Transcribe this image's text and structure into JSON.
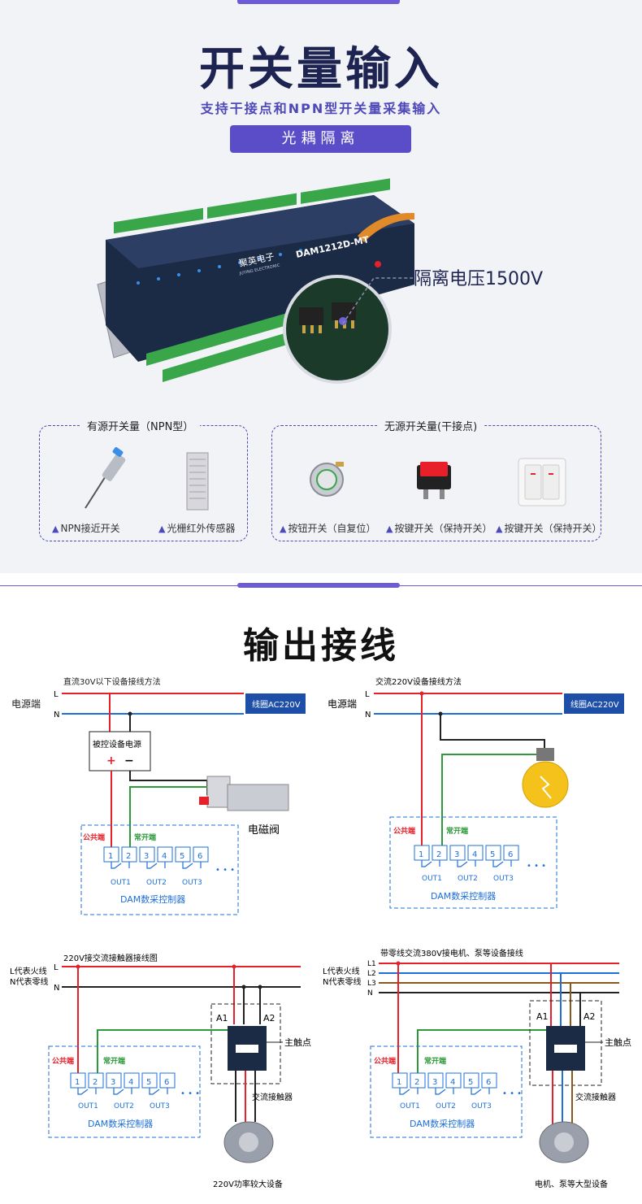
{
  "section1": {
    "title": "开关量输入",
    "subtitle": "支持干接点和NPN型开关量采集输入",
    "badge": "光耦隔离",
    "device_model": "DAM1212D-MT",
    "device_brand": "聚英电子",
    "device_brand_en": "JUYING ELECTRONIC",
    "isolation_label": "隔离电压1500V",
    "group_active": {
      "title": "有源开关量（NPN型）",
      "items": [
        "NPN接近开关",
        "光栅红外传感器"
      ]
    },
    "group_dry": {
      "title": "无源开关量(干接点)",
      "items": [
        "按钮开关（自复位）",
        "按键开关（保持开关）",
        "按键开关（保持开关）"
      ]
    }
  },
  "section2": {
    "title": "输出接线",
    "d1": {
      "title": "直流30V以下设备接线方法",
      "power_label": "电源端",
      "L": "L",
      "N": "N",
      "coil": "线圈AC220V",
      "psu": "被控设备电源",
      "plus": "+",
      "minus": "−",
      "device": "电磁阀",
      "common": "公共端",
      "no": "常开端",
      "controller": "DAM数采控制器"
    },
    "d2": {
      "title": "交流220V设备接线方法",
      "power_label": "电源端",
      "L": "L",
      "N": "N",
      "coil": "线圈AC220V",
      "common": "公共端",
      "no": "常开端",
      "controller": "DAM数采控制器"
    },
    "d3": {
      "title": "220V接交流接触器接线图",
      "l_desc": "L代表火线",
      "n_desc": "N代表零线",
      "L": "L",
      "N": "N",
      "a1": "A1",
      "a2": "A2",
      "main_contact": "主触点",
      "contactor": "交流接触器",
      "load": "220V功率较大设备",
      "common": "公共端",
      "no": "常开端",
      "controller": "DAM数采控制器"
    },
    "d4": {
      "title": "带零线交流380V接电机、泵等设备接线",
      "l_desc": "L代表火线",
      "n_desc": "N代表零线",
      "lines": [
        "L1",
        "L2",
        "L3",
        "N"
      ],
      "a1": "A1",
      "a2": "A2",
      "main_contact": "主触点",
      "contactor": "交流接触器",
      "load": "电机、泵等大型设备",
      "common": "公共端",
      "no": "常开端",
      "controller": "DAM数采控制器"
    },
    "terminals": [
      "1",
      "2",
      "3",
      "4",
      "5",
      "6"
    ],
    "outs": [
      "OUT1",
      "OUT2",
      "OUT3"
    ],
    "ellipsis": "• • •"
  },
  "colors": {
    "accent": "#5b4dc8",
    "navy": "#1d2452",
    "red": "#e8202a",
    "blue": "#1e6fd9",
    "green": "#2e9a3a",
    "brown": "#8a5a1c"
  }
}
